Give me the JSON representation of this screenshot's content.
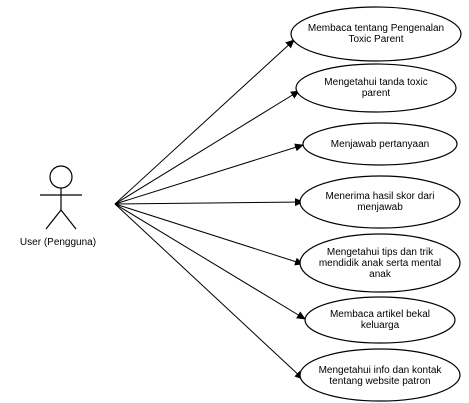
{
  "actor": {
    "label": "User (Pengguna)"
  },
  "use_cases": [
    {
      "id": "uc1",
      "label": "Membaca tentang Pengenalan Toxic Parent"
    },
    {
      "id": "uc2",
      "label": "Mengetahui tanda toxic parent"
    },
    {
      "id": "uc3",
      "label": "Menjawab pertanyaan"
    },
    {
      "id": "uc4",
      "label": "Menerima hasil skor dari menjawab"
    },
    {
      "id": "uc5",
      "label": "Mengetahui tips dan trik mendidik anak serta mental anak"
    },
    {
      "id": "uc6",
      "label": "Membaca artikel bekal keluarga"
    },
    {
      "id": "uc7",
      "label": "Mengetahui info dan kontak tentang website patron"
    }
  ]
}
